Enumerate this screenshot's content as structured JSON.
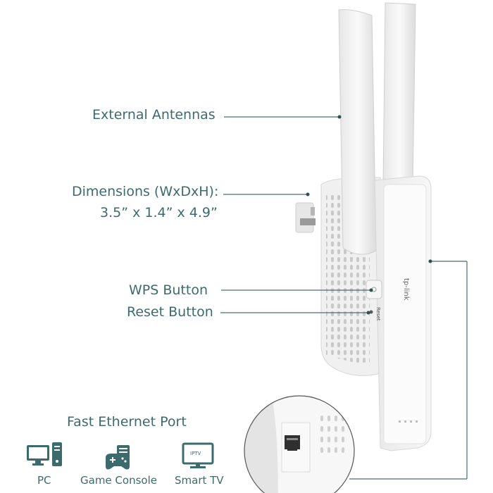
{
  "callouts": {
    "external_antennas": "External Antennas",
    "dimensions_title": "Dimensions (WxDxH):",
    "dimensions_value": "3.5” x 1.4” x 4.9”",
    "wps_button": "WPS Button",
    "reset_button": "Reset Button",
    "fast_ethernet_port": "Fast Ethernet Port"
  },
  "device": {
    "brand": "tp-link",
    "reset_label": "Reset"
  },
  "devices": [
    {
      "label": "PC",
      "icon": "pc-icon"
    },
    {
      "label": "Game Console",
      "icon": "game-console-icon"
    },
    {
      "label": "Smart TV",
      "icon": "smart-tv-icon"
    }
  ],
  "tv_screen_text": "IPTV",
  "colors": {
    "accent": "#3c6b6e",
    "line": "#4a6f72"
  }
}
